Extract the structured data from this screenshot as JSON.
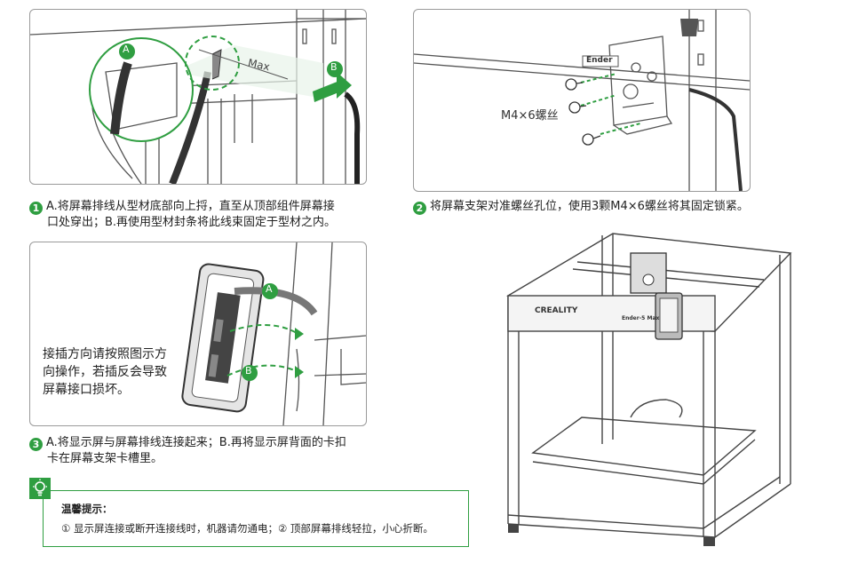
{
  "step1": {
    "number": "1",
    "line1": "A.将屏幕排线从型材底部向上捋，直至从顶部组件屏幕接",
    "line2": "口处穿出；B.再使用型材封条将此线束固定于型材之内。",
    "label_a": "A",
    "label_b": "B",
    "label_max": "Max"
  },
  "step2": {
    "number": "2",
    "text": "将屏幕支架对准螺丝孔位，使用3颗M4×6螺丝将其固定锁紧。",
    "screw_label": "M4×6螺丝",
    "part_label": "Ender"
  },
  "step3": {
    "number": "3",
    "line1": "A.将显示屏与屏幕排线连接起来；B.再将显示屏背面的卡扣",
    "line2": "卡在屏幕支架卡槽里。",
    "note": "接插方向请按照图示方向操作，若插反会导致屏幕接口损坏。",
    "label_a": "A",
    "label_b": "B"
  },
  "printer": {
    "brand": "CREALITY",
    "model": "Ender-5 Max"
  },
  "tip": {
    "title": "温馨提示：",
    "body": "① 显示屏连接或断开连接线时，机器请勿通电；② 顶部屏幕排线轻拉，小心折断。"
  },
  "colors": {
    "accent": "#2f9e41",
    "line": "#555555"
  }
}
